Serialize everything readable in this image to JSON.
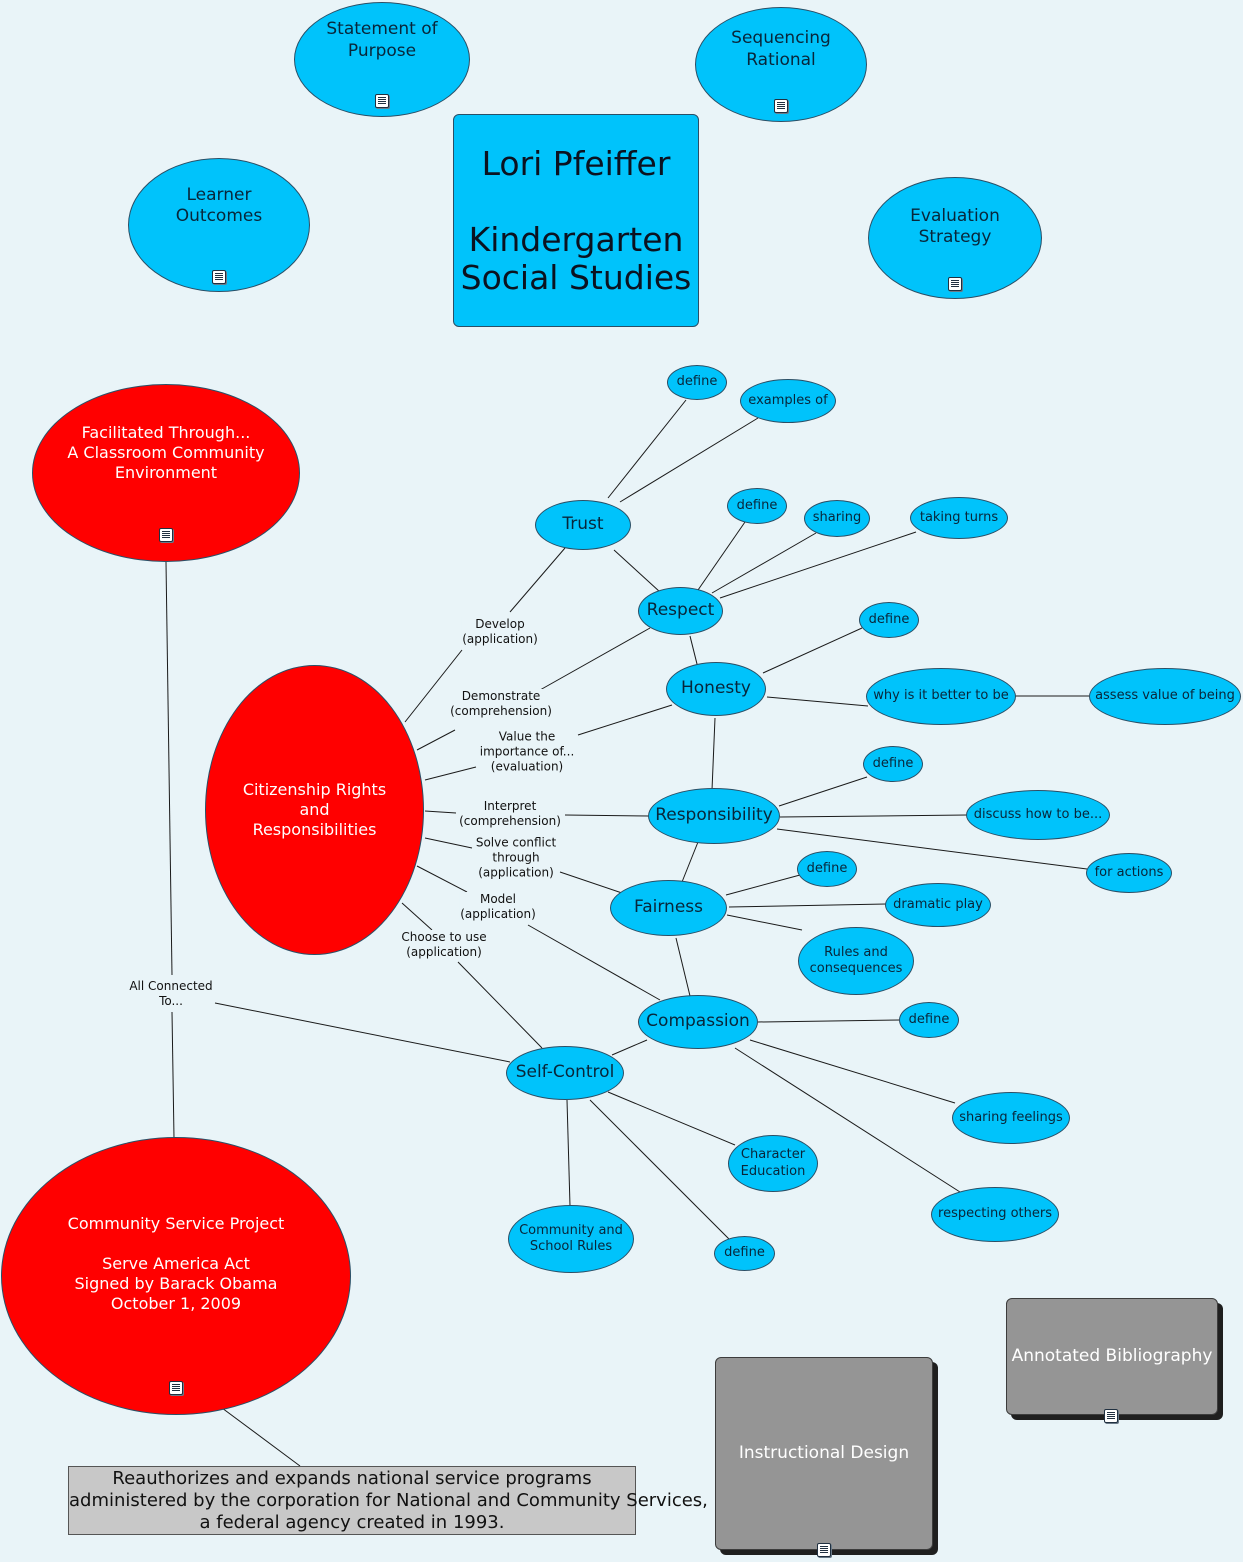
{
  "title": {
    "line1": "Lori Pfeiffer",
    "line2": "Kindergarten",
    "line3": "Social Studies"
  },
  "top_nodes": {
    "statement": {
      "text": "Statement of\nPurpose",
      "icon": "document-icon"
    },
    "sequencing": {
      "text": "Sequencing\nRational",
      "icon": "document-icon"
    },
    "learner": {
      "text": "Learner\nOutcomes",
      "icon": "document-icon"
    },
    "evaluation": {
      "text": "Evaluation\nStrategy",
      "icon": "document-icon"
    }
  },
  "red_nodes": {
    "facilitated": {
      "text": "Facilitated Through...\nA Classroom Community\nEnvironment"
    },
    "citizenship": {
      "text": "Citizenship Rights\nand\nResponsibilities"
    },
    "community_service": {
      "text": "Community Service Project\n\nServe America Act\nSigned by Barack Obama\nOctober 1, 2009"
    }
  },
  "values": {
    "trust": "Trust",
    "respect": "Respect",
    "honesty": "Honesty",
    "responsibility": "Responsibility",
    "fairness": "Fairness",
    "compassion": "Compassion",
    "self_control": "Self-Control"
  },
  "leaves": {
    "trust_define": "define",
    "trust_examples": "examples of",
    "respect_define": "define",
    "respect_sharing": "sharing",
    "respect_taking_turns": "taking turns",
    "honesty_define": "define",
    "honesty_why": "why is it better to be",
    "honesty_assess": "assess value of being",
    "resp_define": "define",
    "resp_discuss": "discuss how to be...",
    "resp_actions": "for actions",
    "fair_define": "define",
    "fair_dramatic": "dramatic play",
    "fair_rules": "Rules and\nconsequences",
    "comp_define": "define",
    "comp_sharing": "sharing feelings",
    "comp_respecting": "respecting others",
    "sc_character": "Character\nEducation",
    "sc_community": "Community and\nSchool Rules",
    "sc_define": "define"
  },
  "link_labels": {
    "develop": "Develop\n(application)",
    "demonstrate": "Demonstrate\n(comprehension)",
    "value": "Value the\nimportance of...\n(evaluation)",
    "interpret": "Interpret\n(comprehension)",
    "solve": "Solve conflict\nthrough\n(application)",
    "model": "Model\n(application)",
    "choose": "Choose to use\n(application)",
    "all_connected": "All Connected\nTo..."
  },
  "note": "Reauthorizes and expands national service programs\nadministered by the corporation for National and Community Services,\na federal agency created in 1993.",
  "gray_boxes": {
    "bibliography": "Annotated Bibliography",
    "instructional": "Instructional Design"
  },
  "colors": {
    "background": "#e9f4f8",
    "concept_blue": "#00c3fb",
    "highlight_red": "#ff0000",
    "resource_gray": "#959595",
    "note_gray": "#c8c8c8"
  }
}
